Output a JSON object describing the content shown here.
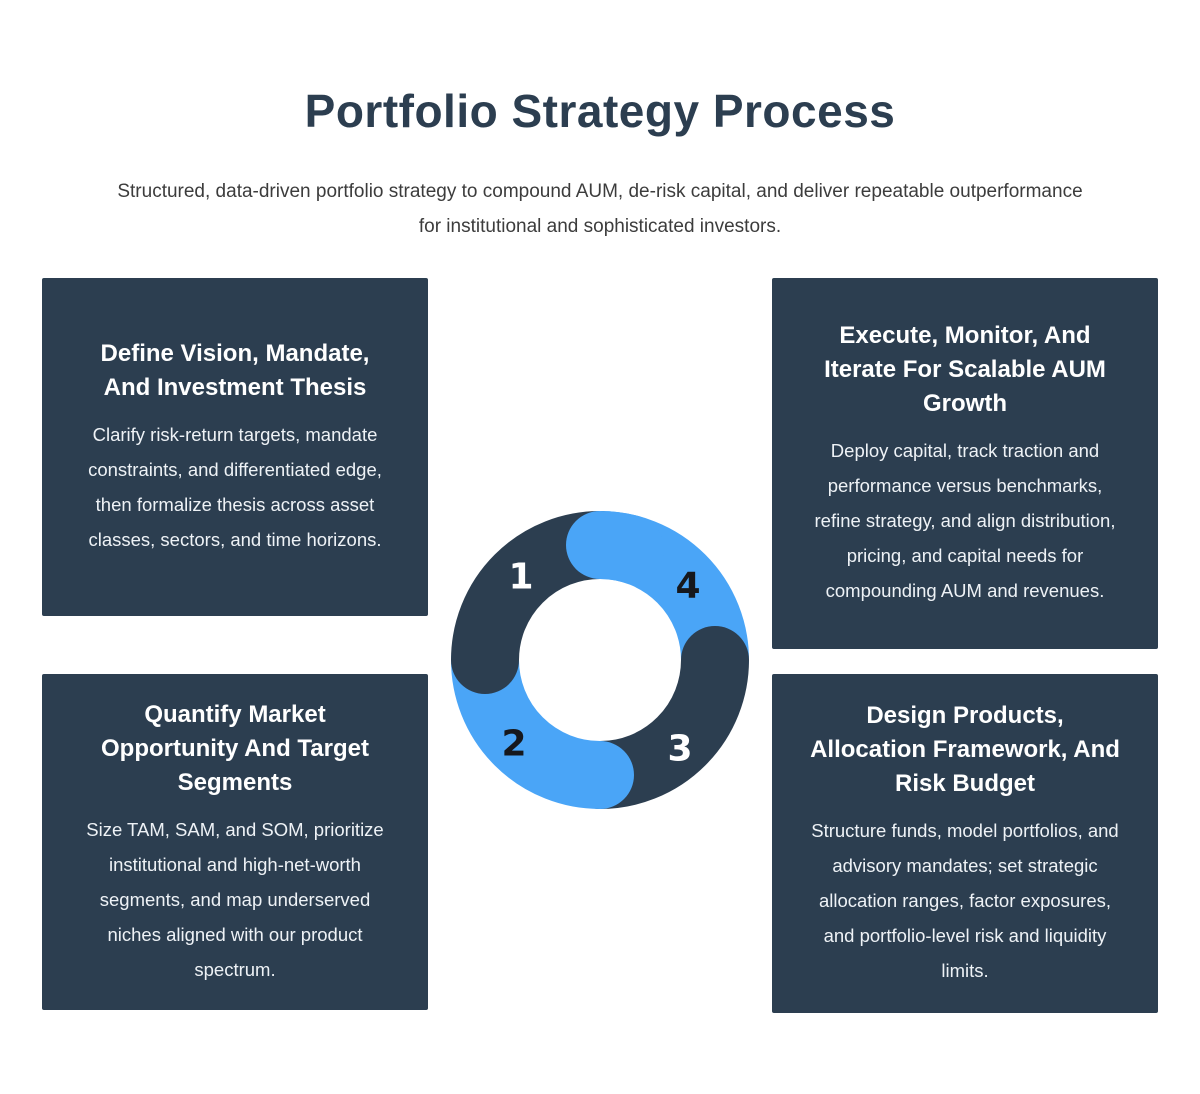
{
  "header": {
    "title": "Portfolio Strategy Process",
    "subtitle": "Structured, data-driven portfolio strategy to compound AUM, de-risk capital, and deliver repeatable outperformance for institutional and sophisticated investors."
  },
  "colors": {
    "navy": "#2c3e50",
    "blue": "#4aa5f7",
    "background": "#ffffff",
    "title_text": "#2c3e50",
    "subtitle_text": "#3c3c3c",
    "card_text": "#eef2f6",
    "number_on_navy": "#ffffff",
    "number_on_blue": "#16181d"
  },
  "steps": [
    {
      "number": "1",
      "position": "top-left",
      "title": "Define Vision, Mandate, And Investment Thesis",
      "description": "Clarify risk-return targets, mandate constraints, and differentiated edge, then formalize thesis across asset classes, sectors, and time horizons."
    },
    {
      "number": "2",
      "position": "bottom-left",
      "title": "Quantify Market Opportunity And Target Segments",
      "description": "Size TAM, SAM, and SOM, prioritize institutional and high-net-worth segments, and map underserved niches aligned with our product spectrum."
    },
    {
      "number": "3",
      "position": "bottom-right",
      "title": "Design Products, Allocation Framework, And Risk Budget",
      "description": "Structure funds, model portfolios, and advisory mandates; set strategic allocation ranges, factor exposures, and portfolio-level risk and liquidity limits."
    },
    {
      "number": "4",
      "position": "top-right",
      "title": "Execute, Monitor, And Iterate For Scalable AUM Growth",
      "description": "Deploy capital, track traction and performance versus benchmarks, refine strategy, and align distribution, pricing, and capital needs for compounding AUM and revenues."
    }
  ],
  "cycle_diagram": {
    "type": "four-step-cycle-donut",
    "segments": [
      {
        "number": "1",
        "quadrant": "top-left",
        "color": "#2c3e50",
        "label_color": "#ffffff"
      },
      {
        "number": "2",
        "quadrant": "bottom-left",
        "color": "#4aa5f7",
        "label_color": "#16181d"
      },
      {
        "number": "3",
        "quadrant": "bottom-right",
        "color": "#2c3e50",
        "label_color": "#ffffff"
      },
      {
        "number": "4",
        "quadrant": "top-right",
        "color": "#4aa5f7",
        "label_color": "#16181d"
      }
    ]
  }
}
